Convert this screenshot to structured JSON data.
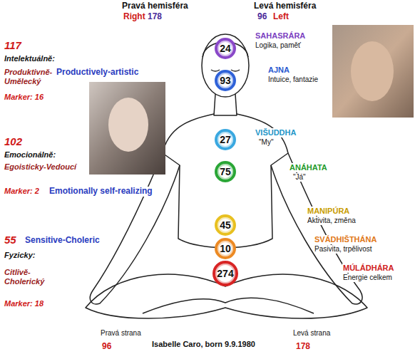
{
  "diagram": {
    "caption": "Isabelle Caro, born 9.9.1980",
    "nodes": [
      {
        "text": [
          "24"
        ]
      },
      {
        "text": [
          "93"
        ]
      },
      {
        "text": [
          "27"
        ]
      },
      {
        "text": [
          "75"
        ]
      },
      {
        "text": [
          "45"
        ]
      },
      {
        "text": [
          "10"
        ]
      },
      {
        "text": [
          "274"
        ]
      }
    ],
    "labels": [
      "Pravá hemisféra",
      "Right",
      "178",
      "Levá hemisféra",
      "96",
      "Left",
      "117",
      "Intelektuálně:",
      "Produktivně- Umělecký",
      "Productively-artistic",
      "Marker: 16",
      "102",
      "Emocionálně:",
      "Egoisticky-Vedoucí",
      "Marker: 2",
      "Emotionally self-realizing",
      "55",
      "Sensitive-Choleric",
      "Fyzicky:",
      "Citlivě- Cholerický",
      "Marker: 18",
      "SAHASRÁRA",
      "Logika, paměť",
      "AJNA",
      "Intuice, fantazie",
      "VIŠUDDHA",
      "\"My\"",
      "ANÁHATA",
      "\"Já\"",
      "MANIPÚRA",
      "Aktivita, změna",
      "SVÁDHIŠTHÁNA",
      "Pasivita, trpělivost",
      "MÚLÁDHÁRA",
      "Energie celkem",
      "Pravá strana",
      "Levá strana",
      "96",
      "178"
    ]
  }
}
